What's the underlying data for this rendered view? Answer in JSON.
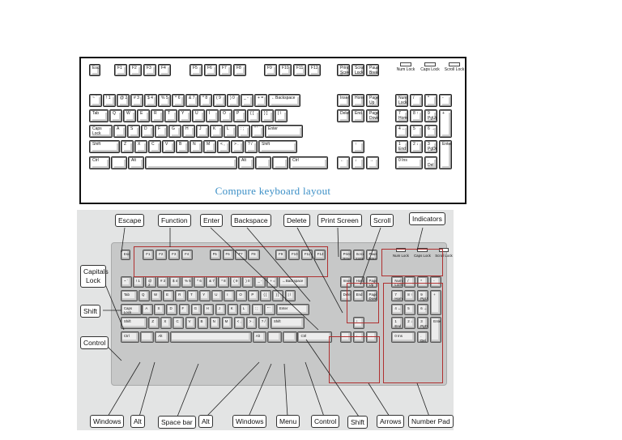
{
  "caption": "Compure keyboard layout",
  "top_keyboard": {
    "esc": "Esc",
    "function_keys": [
      "F1",
      "F2",
      "F3",
      "F4",
      "F5",
      "F6",
      "F7",
      "F8",
      "F9",
      "F10",
      "F11",
      "F12"
    ],
    "system_keys": [
      "Print Screen SysRq",
      "Scroll Lock",
      "Pause Break"
    ],
    "indicators": [
      "Num Lock",
      "Caps Lock",
      "Scroll Lock"
    ],
    "row1": [
      "~ `",
      "! 1",
      "@ 2",
      "# 3",
      "$ 4",
      "% 5",
      "^ 6",
      "& 7",
      "* 8",
      "( 9",
      ") 0",
      "_ -",
      "+ ="
    ],
    "backspace": "←Backspace",
    "row2": [
      "Tab",
      "Q",
      "W",
      "E",
      "R",
      "T",
      "Y",
      "U",
      "I",
      "O",
      "P",
      "{ [",
      "} ]",
      "| \\"
    ],
    "row3": [
      "Caps Lock",
      "A",
      "S",
      "D",
      "F",
      "G",
      "H",
      "J",
      "K",
      "L",
      ": ;",
      "\" '",
      "Enter"
    ],
    "row4": [
      "Shift",
      "Z",
      "X",
      "C",
      "V",
      "B",
      "N",
      "M",
      "< ,",
      "> .",
      "? /",
      "Shift"
    ],
    "row5": [
      "Ctrl",
      "",
      "Alt",
      "",
      "Alt",
      "",
      "",
      "Ctrl"
    ],
    "nav_top": [
      "Insert",
      "Home",
      "Page Up"
    ],
    "nav_bottom": [
      "Delete",
      "End",
      "Page Down"
    ],
    "arrows": [
      "↑",
      "←",
      "↓",
      "→"
    ],
    "numpad": [
      "Num Lock",
      "/",
      "*",
      "-",
      "7 Home",
      "8 ↑",
      "9 PgUp",
      "+",
      "4 ←",
      "5",
      "6 →",
      "1 End",
      "2 ↓",
      "3 PgDn",
      "Enter",
      "0 Ins",
      ". Del"
    ]
  },
  "callouts": {
    "escape": "Escape",
    "function": "Function",
    "enter": "Enter",
    "backspace": "Backspace",
    "delete": "Delete",
    "print_screen": "Print Screen",
    "scroll": "Scroll",
    "indicators": "Indicators",
    "capitals_lock": "Capitals Lock",
    "shift_left": "Shift",
    "control_left": "Control",
    "windows_left": "Windows",
    "alt_left": "Alt",
    "space_bar": "Space bar",
    "alt_right": "Alt",
    "windows_right": "Windows",
    "menu": "Menu",
    "control_right": "Control",
    "shift_right": "Shift",
    "arrows": "Arrows",
    "number_pad": "Number Pad"
  },
  "colors": {
    "caption": "#3b8fc6",
    "highlight": "#b03030"
  }
}
